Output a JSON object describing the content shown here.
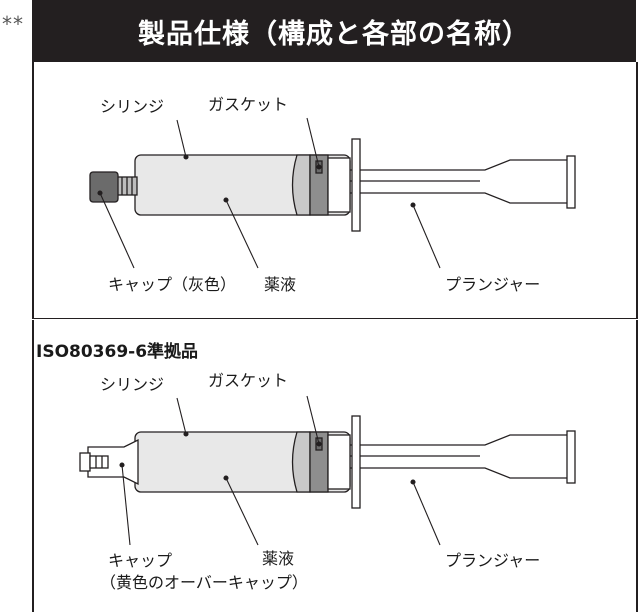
{
  "marker": "**",
  "header": {
    "title": "製品仕様（構成と各部の名称）"
  },
  "section1": {
    "labels": {
      "syringe": "シリンジ",
      "gasket": "ガスケット",
      "cap": "キャップ（灰色）",
      "solution": "薬液",
      "plunger": "プランジャー"
    }
  },
  "section2": {
    "subtitle": "ISO80369-6準拠品",
    "labels": {
      "syringe": "シリンジ",
      "gasket": "ガスケット",
      "cap": "キャップ",
      "cap_note": "（黄色のオーバーキャップ）",
      "solution": "薬液",
      "plunger": "プランジャー"
    }
  }
}
